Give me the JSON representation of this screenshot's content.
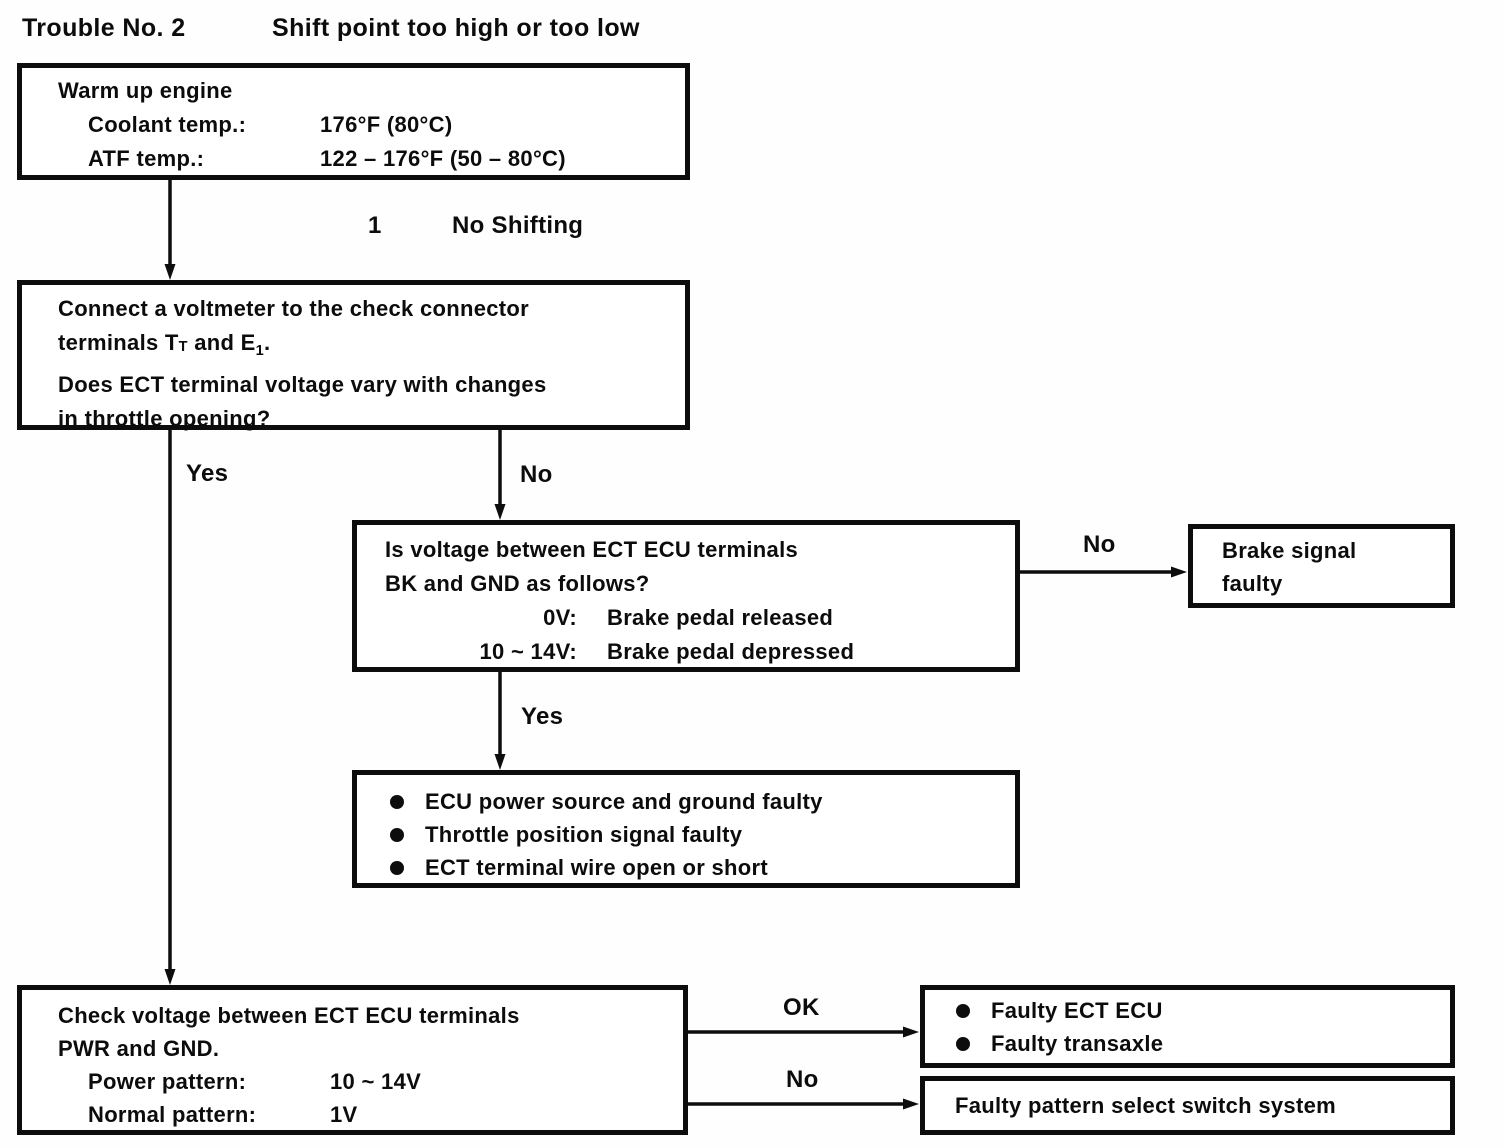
{
  "title": {
    "label": "Trouble No. 2",
    "text": "Shift point too high or too low"
  },
  "section": {
    "number": "1",
    "name": "No Shifting"
  },
  "boxes": {
    "warm_up": {
      "line1": "Warm up engine",
      "coolant_label": "Coolant temp.:",
      "coolant_value": "176°F (80°C)",
      "atf_label": "ATF temp.:",
      "atf_value": "122 – 176°F (50 – 80°C)"
    },
    "connect_voltmeter": {
      "line1": "Connect a voltmeter to the check connector",
      "line2_pre": "terminals T",
      "line2_sub_t": "T",
      "line2_mid": " and E",
      "line2_sub_1": "1",
      "line2_end": ".",
      "line3": "Does ECT terminal voltage vary with changes",
      "line4": "in throttle opening?"
    },
    "bk_gnd": {
      "line1": "Is voltage between ECT ECU terminals",
      "line2": "BK and GND as follows?",
      "row1_label": "0V:",
      "row1_value": "Brake pedal released",
      "row2_label": "10 ~ 14V:",
      "row2_value": "Brake pedal depressed"
    },
    "brake_signal": {
      "line1": "Brake signal",
      "line2": "faulty"
    },
    "ecu_faults": {
      "items": [
        "ECU power source and ground faulty",
        "Throttle position signal faulty",
        "ECT terminal wire open or short"
      ]
    },
    "check_voltage": {
      "line1": "Check voltage between ECT ECU terminals",
      "line2": "PWR and GND.",
      "power_label": "Power pattern:",
      "power_value": "10 ~ 14V",
      "normal_label": "Normal pattern:",
      "normal_value": "1V"
    },
    "faulty_ecu": {
      "items": [
        "Faulty ECT ECU",
        "Faulty transaxle"
      ]
    },
    "faulty_pattern": {
      "line1": "Faulty pattern select switch system"
    }
  },
  "connector_labels": {
    "yes_left": "Yes",
    "no_down": "No",
    "no_right": "No",
    "yes_down": "Yes",
    "ok_right": "OK",
    "no_bottom": "No"
  },
  "colors": {
    "ink": "#0d0d0d",
    "paper": "#ffffff"
  }
}
